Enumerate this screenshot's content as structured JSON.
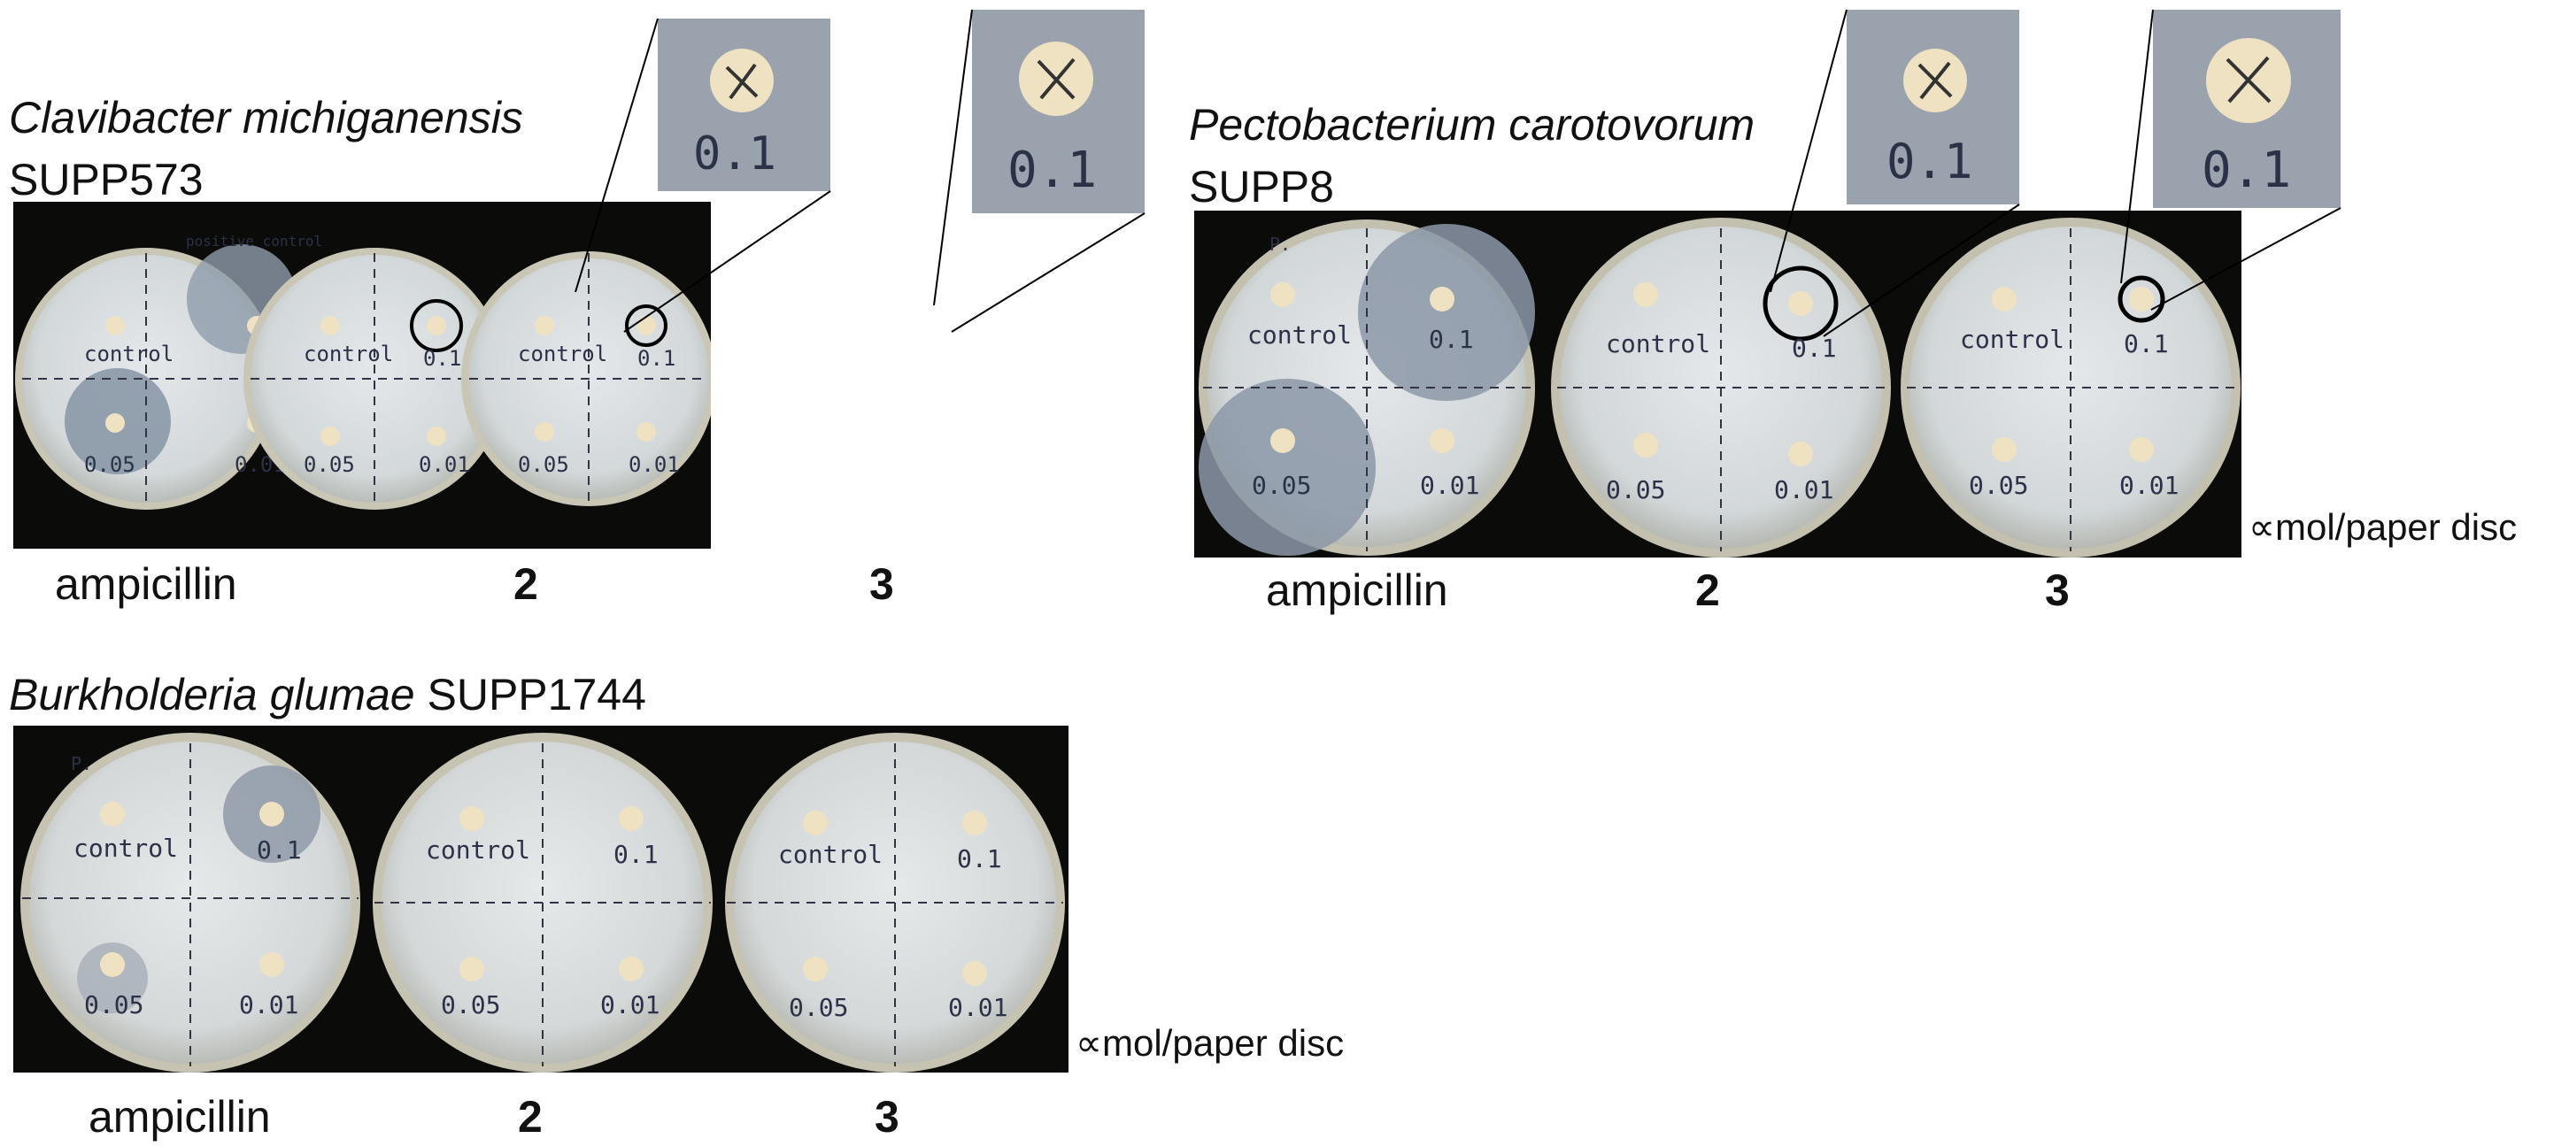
{
  "species": {
    "c1": {
      "italic": "Clavibacter michiganensis",
      "strain": "SUPP573"
    },
    "c2": {
      "italic": "Pectobacterium carotovorum",
      "strain": "SUPP8"
    },
    "c3": {
      "italic": "Burkholderia glumae",
      "strain": "SUPP1744"
    }
  },
  "labels": {
    "ampicillin": "ampicillin",
    "compound2": "2",
    "compound3": "3"
  },
  "unit": "∝mol/paper disc",
  "plate_text": {
    "control": "control",
    "d01": "0.1",
    "d005": "0.05",
    "d001": "0.01",
    "header_c1": "positive control",
    "header_p": "P."
  },
  "inset_text": "0.1"
}
